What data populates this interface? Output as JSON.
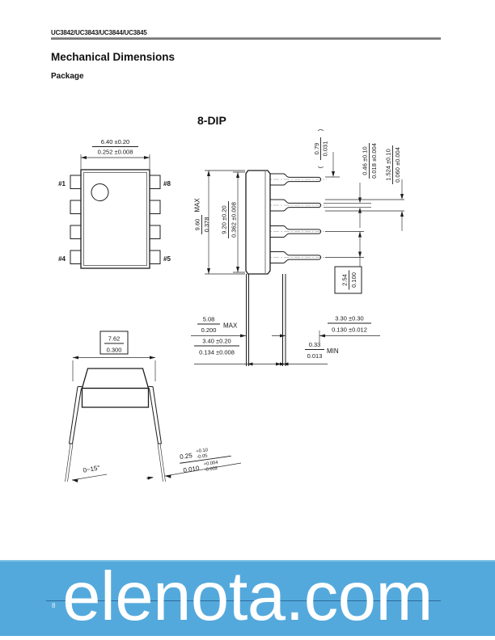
{
  "doc": {
    "header": "UC3842/UC3843/UC3844/UC3845",
    "title": "Mechanical Dimensions",
    "subtitle": "Package",
    "figure_title": "8-DIP",
    "page_number": "8"
  },
  "top_view": {
    "pin1": "#1",
    "pin4": "#4",
    "pin8": "#8",
    "pin5": "#5",
    "body_width_mm": "6.40 ±0.20",
    "body_width_in": "0.252 ±0.008"
  },
  "side_view": {
    "overall_mm": "9.60",
    "overall_in": "0.378",
    "overall_note": "MAX",
    "body_len_mm": "9.20 ±0.20",
    "body_len_in": "0.362 ±0.008",
    "tip_paren_open": "(",
    "tip_mm": "0.79",
    "tip_in": "0.031",
    "tip_paren_close": ")",
    "lead_thk_mm": "0.46 ±0.10",
    "lead_thk_in": "0.018 ±0.004",
    "lead_w_mm": "1.524 ±0.10",
    "lead_w_in": "0.060 ±0.004",
    "pitch_mm": "2.54",
    "pitch_in": "0.100",
    "standoff_mm": "5.08",
    "standoff_in": "0.200",
    "standoff_note": "MAX",
    "body_h_mm": "3.40 ±0.20",
    "body_h_in": "0.134 ±0.008",
    "lead_len_mm": "3.30 ±0.30",
    "lead_len_in": "0.130 ±0.012",
    "lead_tip_mm": "0.33",
    "lead_tip_in": "0.013",
    "lead_tip_note": "MIN"
  },
  "end_view": {
    "row_mm": "7.62",
    "row_in": "0.300",
    "angle": "0~15°",
    "tol_mm": "0.25",
    "tol_mm_plus": "+0.10",
    "tol_mm_minus": "-0.05",
    "tol_in": "0.010",
    "tol_in_plus": "+0.004",
    "tol_in_minus": "-0.002"
  },
  "watermark": {
    "text": "elenota.com",
    "bg_color": "#54a9dc",
    "rule_color": "#2e6d9e"
  }
}
